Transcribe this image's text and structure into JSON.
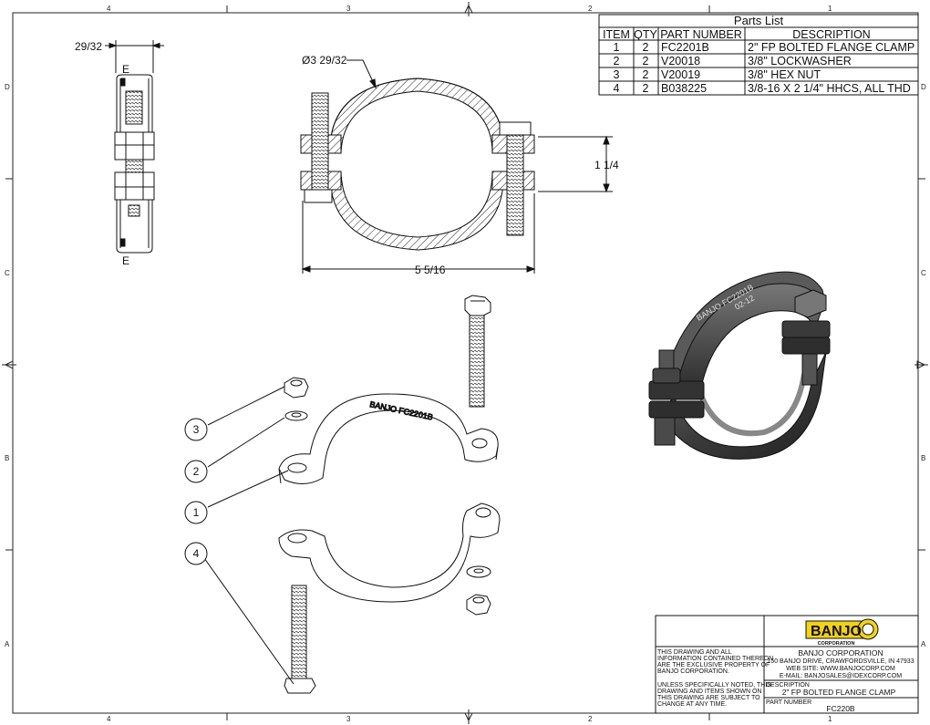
{
  "border": {
    "zones_top": [
      "4",
      "3",
      "2",
      "1"
    ],
    "zones_side": [
      "D",
      "C",
      "B",
      "A"
    ]
  },
  "parts_list": {
    "title": "Parts List",
    "headers": [
      "ITEM",
      "QTY",
      "PART NUMBER",
      "DESCRIPTION"
    ],
    "rows": [
      {
        "item": "1",
        "qty": "2",
        "part": "FC2201B",
        "desc": "2\"  FP BOLTED FLANGE CLAMP"
      },
      {
        "item": "2",
        "qty": "2",
        "part": "V20018",
        "desc": "3/8\" LOCKWASHER"
      },
      {
        "item": "3",
        "qty": "2",
        "part": "V20019",
        "desc": "3/8\" HEX NUT"
      },
      {
        "item": "4",
        "qty": "2",
        "part": "B038225",
        "desc": "3/8-16 X 2 1/4\" HHCS, ALL THD"
      }
    ]
  },
  "dimensions": {
    "side_width": "29/32",
    "section_mark": "E",
    "diameter": "Ø3 29/32",
    "height": "1 1/4",
    "overall_width": "5 5/16"
  },
  "balloons": [
    "3",
    "2",
    "1",
    "4"
  ],
  "iso_engraving": {
    "line1": "BANJO FC2201B",
    "line2": "02-12"
  },
  "title_block": {
    "logo_text": "BANJO",
    "logo_sub": "CORPORATION",
    "company": "BANJO CORPORATION",
    "address": "150 BANJO DRIVE, CRAWFORDSVILLE, IN 47933",
    "web": "WEB SITE: WWW.BANJOCORP.COM",
    "email": "E-MAIL: BANJOSALES@IDEXCORP.COM",
    "notice1": [
      "THIS DRAWING AND ALL",
      "INFORMATION CONTAINED THEREON",
      "ARE THE EXCLUSIVE PROPERTY OF",
      "BANJO CORPORATION."
    ],
    "notice2": [
      "UNLESS SPECIFICALLY NOTED, THIS",
      "DRAWING AND ITEMS SHOWN ON",
      "THIS DRAWING ARE SUBJECT TO",
      "CHANGE AT ANY TIME."
    ],
    "description_label": "DESCRIPTION",
    "description": "2\" FP BOLTED FLANGE CLAMP",
    "part_number_label": "PART NUMBER",
    "part_number": "FC220B"
  },
  "colors": {
    "line": "#111111",
    "hatch": "#222222",
    "logo_yellow": "#f2d21b",
    "solid_dark": "#3a3a3a"
  }
}
